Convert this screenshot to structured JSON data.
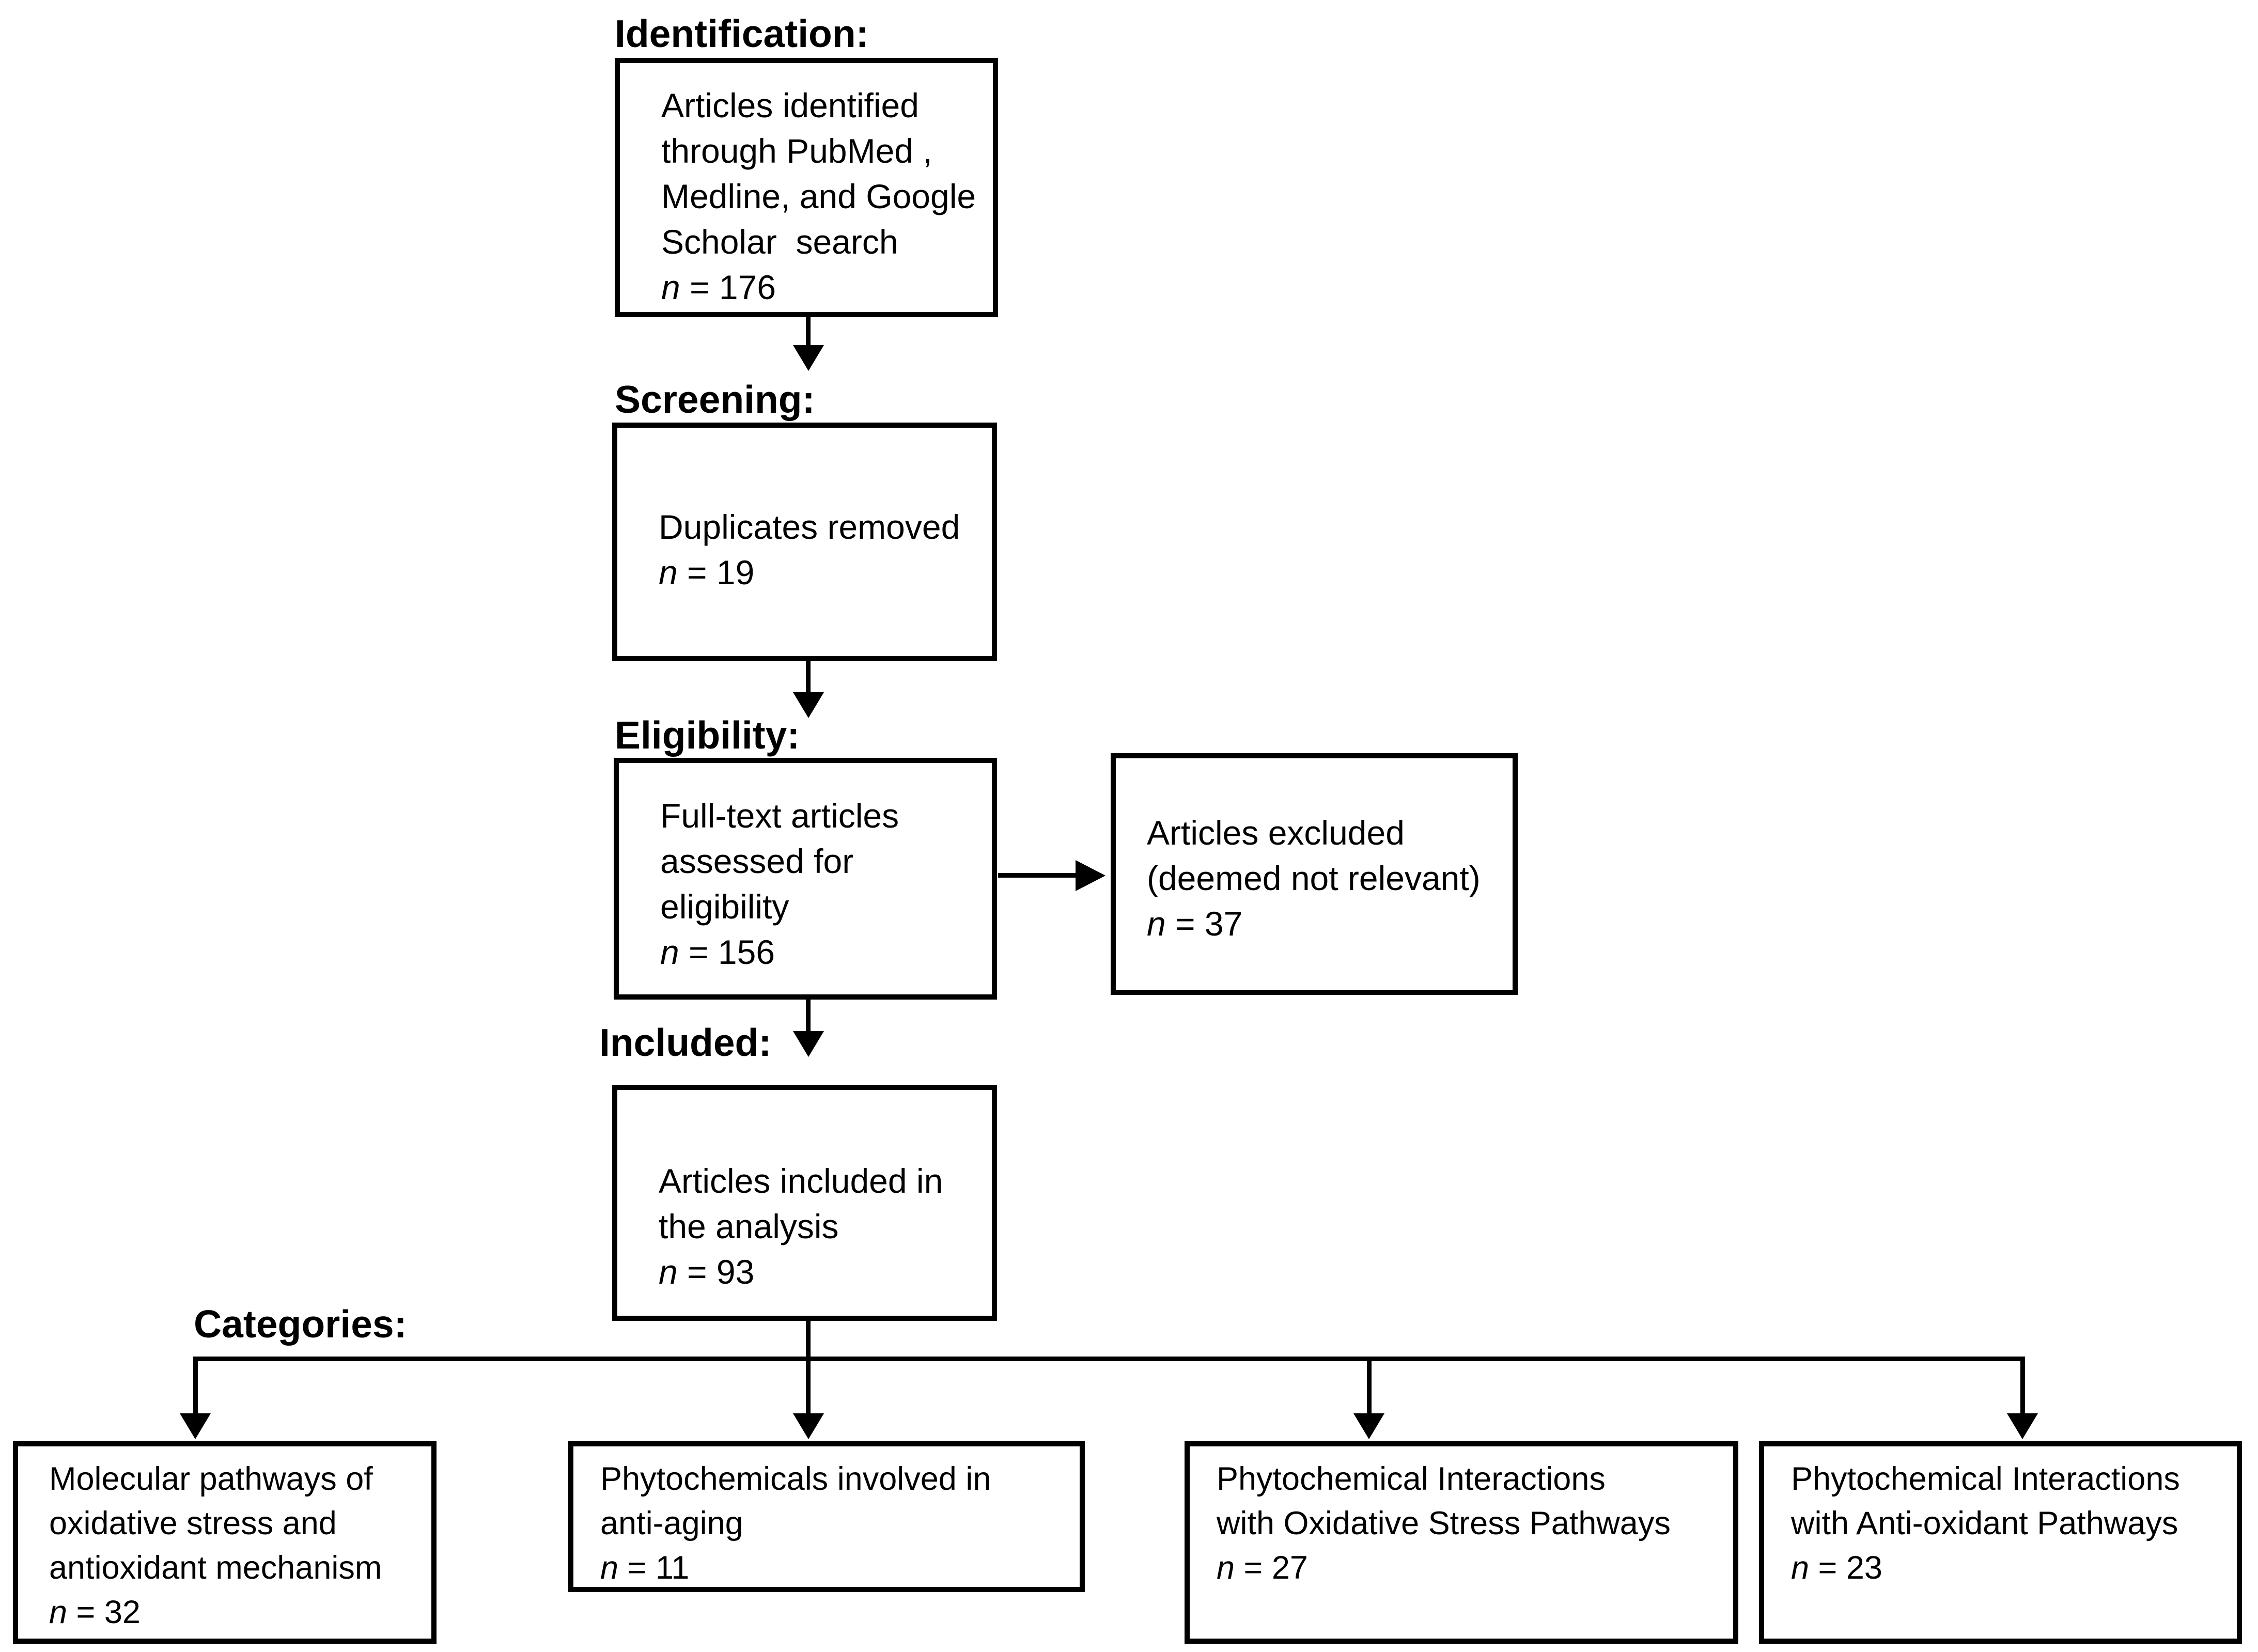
{
  "colors": {
    "ink": "#000000",
    "paper": "#ffffff"
  },
  "labels": {
    "identification": "Identification:",
    "screening": "Screening:",
    "eligibility": "Eligibility:",
    "included": "Included:",
    "categories": "Categories:"
  },
  "boxes": {
    "identified": {
      "lines": [
        "Articles identified",
        "through PubMed ,",
        "Medline, and Google",
        "Scholar  search"
      ],
      "n_var": "n",
      "n_rest": " = 176"
    },
    "duplicates": {
      "lines": [
        "Duplicates removed"
      ],
      "n_var": "n",
      "n_rest": " = 19"
    },
    "fulltext": {
      "lines": [
        "Full-text articles",
        "assessed for",
        "eligibility"
      ],
      "n_var": "n",
      "n_rest": " = 156"
    },
    "excluded": {
      "lines": [
        "Articles excluded",
        "(deemed not relevant)"
      ],
      "n_var": "n",
      "n_rest": " = 37"
    },
    "included": {
      "lines": [
        "Articles included in",
        "the analysis"
      ],
      "n_var": "n",
      "n_rest": " = 93"
    }
  },
  "categories": [
    {
      "lines": [
        "Molecular pathways of",
        "oxidative stress and",
        "antioxidant mechanism"
      ],
      "n_var": "n",
      "n_rest": " = 32"
    },
    {
      "lines": [
        "Phytochemicals involved in",
        "anti-aging"
      ],
      "n_var": "n",
      "n_rest": " = 11"
    },
    {
      "lines": [
        "Phytochemical Interactions",
        "with Oxidative Stress Pathways"
      ],
      "n_var": "n",
      "n_rest": " = 27"
    },
    {
      "lines": [
        "Phytochemical Interactions",
        "with Anti-oxidant Pathways"
      ],
      "n_var": "n",
      "n_rest": " = 23"
    }
  ]
}
